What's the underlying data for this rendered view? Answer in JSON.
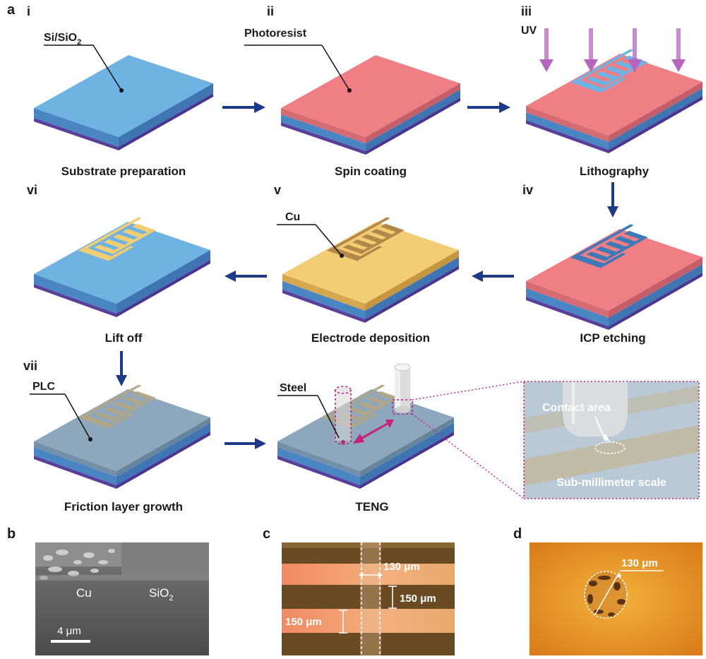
{
  "panel_letters": {
    "a": "a",
    "b": "b",
    "c": "c",
    "d": "d"
  },
  "steps": [
    {
      "roman": "i",
      "caption": "Substrate preparation",
      "callout": "Si/SiO",
      "callout_sub": "2"
    },
    {
      "roman": "ii",
      "caption": "Spin coating",
      "callout": "Photoresist"
    },
    {
      "roman": "iii",
      "caption": "Lithography",
      "callout": "UV"
    },
    {
      "roman": "iv",
      "caption": "ICP etching"
    },
    {
      "roman": "v",
      "caption": "Electrode deposition",
      "callout": "Cu"
    },
    {
      "roman": "vi",
      "caption": "Lift off"
    },
    {
      "roman": "vii",
      "caption": "Friction layer growth",
      "callout": "PLC"
    },
    {
      "roman": "",
      "caption": "TENG",
      "callout": "Steel"
    }
  ],
  "inset": {
    "contact_label": "Contact area",
    "scale_label": "Sub-millimeter scale"
  },
  "panel_b": {
    "left_label": "Cu",
    "right_label": "SiO",
    "right_sub": "2",
    "scalebar": "4 μm"
  },
  "panel_c": {
    "width_label": "130 μm",
    "gap_label": "150 μm",
    "stripe_label": "150 μm"
  },
  "panel_d": {
    "diameter_label": "130 μm"
  },
  "colors": {
    "substrate_blue": "#6fb3e3",
    "photoresist": "#ef7f85",
    "copper": "#f2cd73",
    "plc": "#8da7bd",
    "arrow": "#1d3a86",
    "uv": "#b764bf",
    "highlight": "#c9207a"
  },
  "icons": {
    "flow_arrow": "arrow-right-icon",
    "uv_arrow": "arrow-down-icon"
  }
}
